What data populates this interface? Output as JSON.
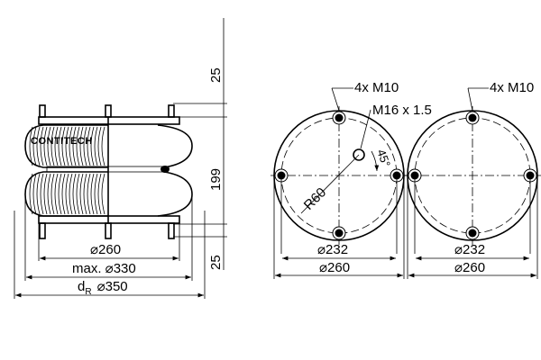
{
  "side_view": {
    "brand": "CONTITECH",
    "dim_top": "25",
    "dim_height": "199",
    "dim_bottom": "25",
    "dim_plate": "⌀260",
    "dim_max": "max. ⌀330",
    "dim_dr_prefix": "d",
    "dim_dr_sub": "R",
    "dim_dr": "⌀350"
  },
  "top_plate_view": {
    "bolts_label": "4x M10",
    "center_thread": "M16 x 1.5",
    "radius": "R60",
    "angle": "45°",
    "dim_bolt_circle": "⌀232",
    "dim_plate": "⌀260"
  },
  "bottom_plate_view": {
    "bolts_label": "4x M10",
    "dim_bolt_circle": "⌀232",
    "dim_plate": "⌀260"
  }
}
